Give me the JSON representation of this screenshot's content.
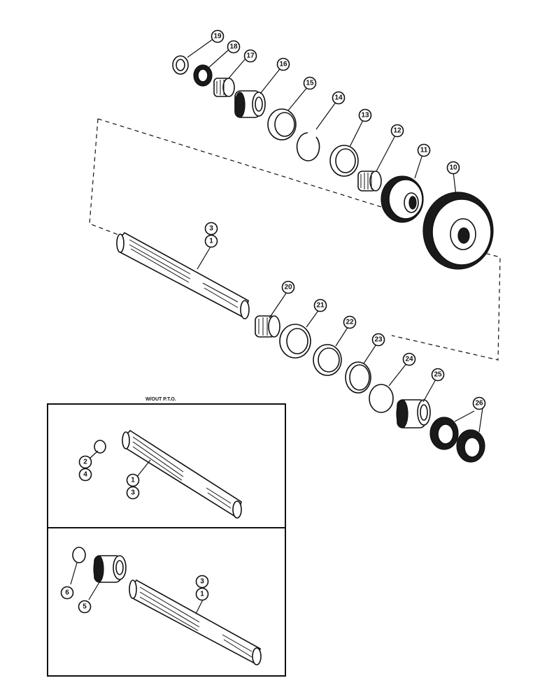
{
  "inset_title": "W/OUT P.T.O.",
  "callouts": {
    "c19": "19",
    "c18": "18",
    "c17": "17",
    "c16": "16",
    "c15": "15",
    "c14": "14",
    "c13": "13",
    "c12": "12",
    "c11": "11",
    "c10": "10",
    "c3_main": "3",
    "c1_main": "1",
    "c20": "20",
    "c21": "21",
    "c22": "22",
    "c23": "23",
    "c24": "24",
    "c25": "25",
    "c26": "26",
    "c2_inset": "2",
    "c4_inset": "4",
    "c1_inset": "1",
    "c3_inset": "3",
    "c6_lower": "6",
    "c5_lower": "5",
    "c3_lower": "3",
    "c1_lower": "1"
  }
}
